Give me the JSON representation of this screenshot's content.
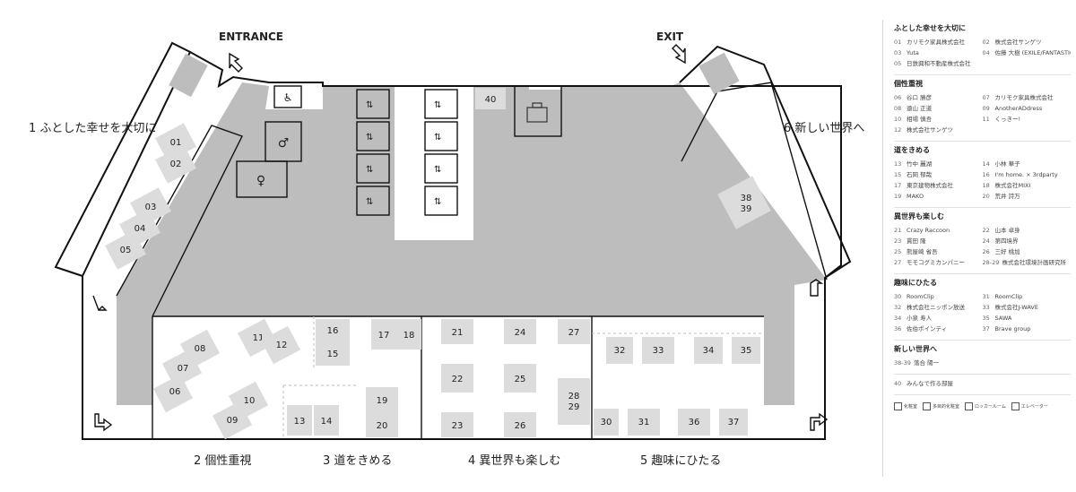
{
  "map": {
    "entrance_label": "ENTRANCE",
    "exit_label": "EXIT",
    "zones": [
      {
        "id": "1",
        "label": "1 ふとした幸せを大切に"
      },
      {
        "id": "2",
        "label": "2 個性重視"
      },
      {
        "id": "3",
        "label": "3 道をきめる"
      },
      {
        "id": "4",
        "label": "4 異世界も楽しむ"
      },
      {
        "id": "5",
        "label": "5 趣味にひたる"
      },
      {
        "id": "6",
        "label": "6 新しい世界へ"
      }
    ],
    "booths": {
      "b01": "01",
      "b02": "02",
      "b03": "03",
      "b04": "04",
      "b05": "05",
      "b06": "06",
      "b07": "07",
      "b08": "08",
      "b09": "09",
      "b10": "10",
      "b11": "11",
      "b12": "12",
      "b13": "13",
      "b14": "14",
      "b15": "15",
      "b16": "16",
      "b17": "17",
      "b18": "18",
      "b19": "19",
      "b20": "20",
      "b21": "21",
      "b22": "22",
      "b23": "23",
      "b24": "24",
      "b25": "25",
      "b26": "26",
      "b27": "27",
      "b2829": "28\n29",
      "b30": "30",
      "b31": "31",
      "b32": "32",
      "b33": "33",
      "b34": "34",
      "b35": "35",
      "b36": "36",
      "b37": "37",
      "b3839": "38\n39",
      "b40": "40"
    }
  },
  "legend": {
    "groups": [
      {
        "title": "ふとした幸せを大切に",
        "rows": [
          [
            {
              "n": "01",
              "t": "カリモク家具株式会社"
            },
            {
              "n": "02",
              "t": "株式会社サンゲツ"
            }
          ],
          [
            {
              "n": "03",
              "t": "Yuta"
            },
            {
              "n": "04",
              "t": "佐藤 大樹 (EXILE/FANTASTICS)"
            }
          ],
          [
            {
              "n": "05",
              "t": "日鉄興和不動産株式会社"
            }
          ]
        ]
      },
      {
        "title": "個性重視",
        "rows": [
          [
            {
              "n": "06",
              "t": "谷口 勝彦"
            },
            {
              "n": "07",
              "t": "カリモク家具株式会社"
            }
          ],
          [
            {
              "n": "08",
              "t": "遠山 正道"
            },
            {
              "n": "09",
              "t": "AnotherADdress"
            }
          ],
          [
            {
              "n": "10",
              "t": "相場 慎吾"
            },
            {
              "n": "11",
              "t": "くっきー!"
            }
          ],
          [
            {
              "n": "12",
              "t": "株式会社サンゲツ"
            }
          ]
        ]
      },
      {
        "title": "道をきめる",
        "rows": [
          [
            {
              "n": "13",
              "t": "竹中 麗湖"
            },
            {
              "n": "14",
              "t": "小林 華子"
            }
          ],
          [
            {
              "n": "15",
              "t": "石岡 郁哉"
            },
            {
              "n": "16",
              "t": "I'm home. × 3rdparty"
            }
          ],
          [
            {
              "n": "17",
              "t": "東京建物株式会社"
            },
            {
              "n": "18",
              "t": "株式会社MIXI"
            }
          ],
          [
            {
              "n": "19",
              "t": "MAKO"
            },
            {
              "n": "20",
              "t": "荒井 詩万"
            }
          ]
        ]
      },
      {
        "title": "異世界も楽しむ",
        "rows": [
          [
            {
              "n": "21",
              "t": "Crazy Raccoon"
            },
            {
              "n": "22",
              "t": "山本 卓身"
            }
          ],
          [
            {
              "n": "23",
              "t": "貫田 隆"
            },
            {
              "n": "24",
              "t": "第四境界"
            }
          ],
          [
            {
              "n": "25",
              "t": "熊屋崎 省吾"
            },
            {
              "n": "26",
              "t": "三好 桃加"
            }
          ],
          [
            {
              "n": "27",
              "t": "モモコグミカンパニー"
            },
            {
              "n": "28-29",
              "t": "株式会社環境計画研究所"
            }
          ]
        ]
      },
      {
        "title": "趣味にひたる",
        "rows": [
          [
            {
              "n": "30",
              "t": "RoomClip"
            },
            {
              "n": "31",
              "t": "RoomClip"
            }
          ],
          [
            {
              "n": "32",
              "t": "株式会社ニッポン放送"
            },
            {
              "n": "33",
              "t": "株式会社J-WAVE"
            }
          ],
          [
            {
              "n": "34",
              "t": "小泉 寿人"
            },
            {
              "n": "35",
              "t": "SAWA"
            }
          ],
          [
            {
              "n": "36",
              "t": "佐伯ポインティ"
            },
            {
              "n": "37",
              "t": "Brave group"
            }
          ]
        ]
      },
      {
        "title": "新しい世界へ",
        "rows": [
          [
            {
              "n": "38-39",
              "t": "落合 陽一"
            }
          ]
        ]
      },
      {
        "title": "",
        "rows": [
          [
            {
              "n": "40",
              "t": "みんなで作る部屋"
            }
          ]
        ]
      }
    ],
    "icons": [
      {
        "name": "restroom-icon",
        "label": "化粧室"
      },
      {
        "name": "accessible-restroom-icon",
        "label": "多目的化粧室"
      },
      {
        "name": "locker-room-icon",
        "label": "ロッカールーム"
      },
      {
        "name": "elevator-icon",
        "label": "エレベーター"
      }
    ]
  }
}
